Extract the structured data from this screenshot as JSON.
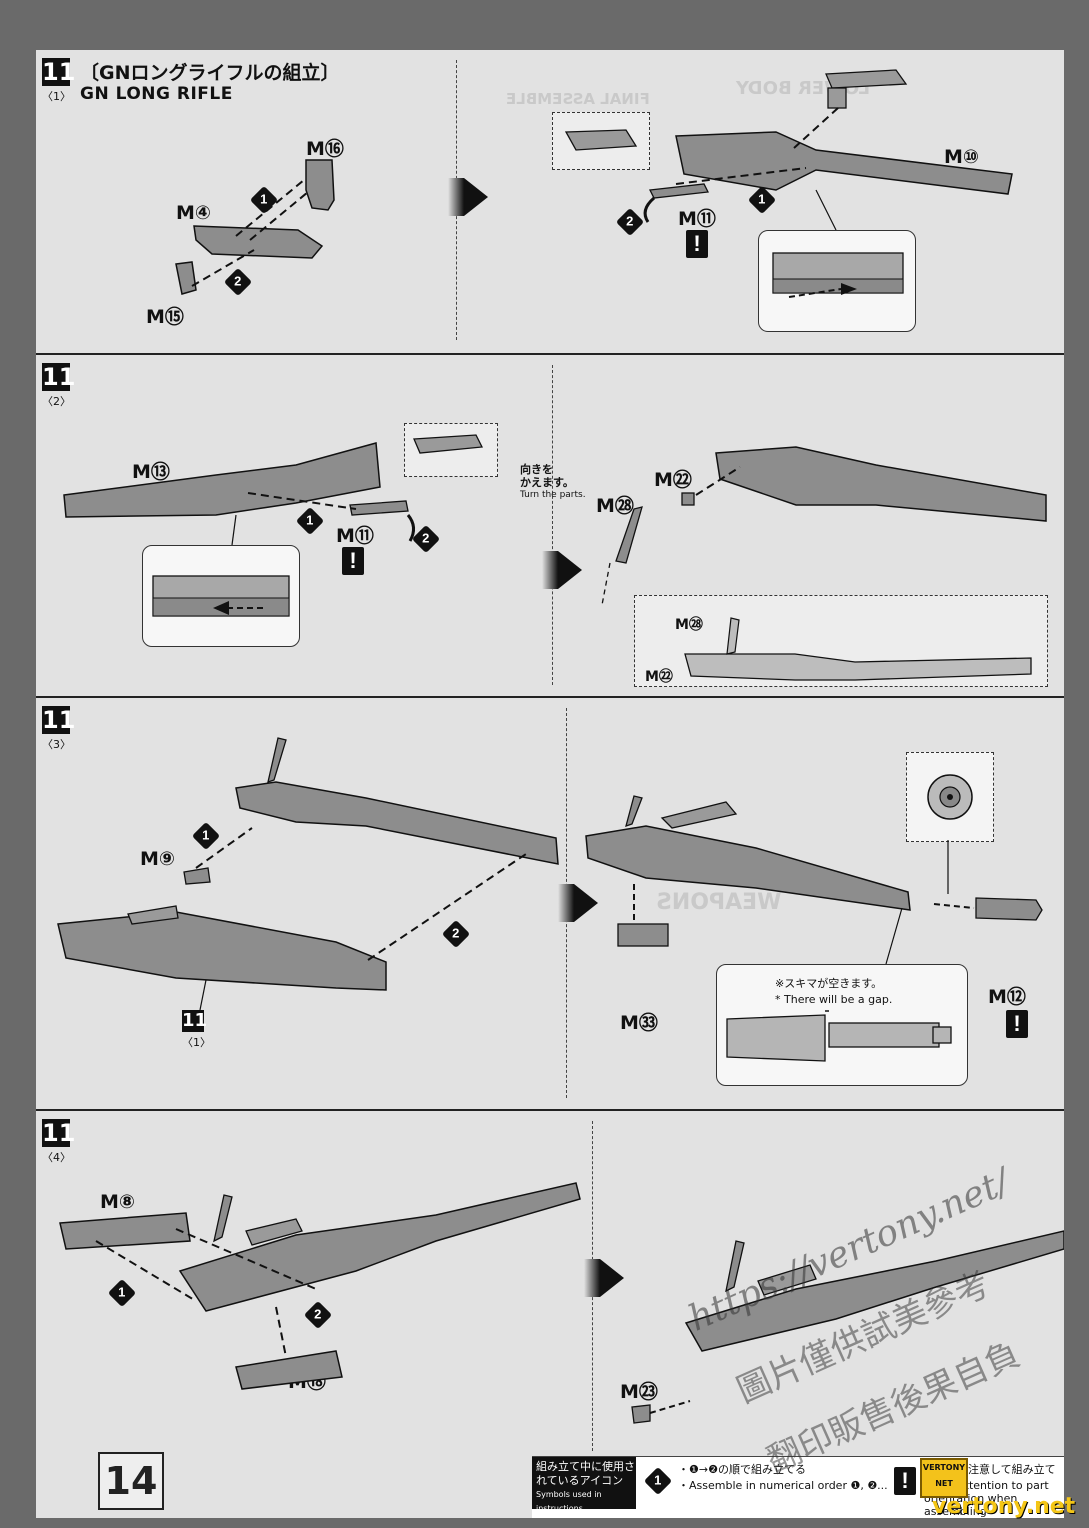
{
  "page_number": "14",
  "steps": [
    {
      "id": "11-1",
      "step_number": "11",
      "substep": "〈1〉",
      "title_jp": "〔GNロングライフルの組立〕",
      "title_en": "GN LONG RIFLE",
      "labels": [
        "M⑯",
        "M④",
        "M⑮",
        "M⑩",
        "M⑪"
      ],
      "order_marks": [
        "1",
        "2",
        "2",
        "1"
      ]
    },
    {
      "id": "11-2",
      "step_number": "11",
      "substep": "〈2〉",
      "labels": [
        "M⑬",
        "M⑪",
        "M㉒",
        "M㉘",
        "M㉘",
        "M㉒"
      ],
      "turn_note_jp": "向きを\nかえます。",
      "turn_note_en": "Turn the parts.",
      "order_marks": [
        "1",
        "2"
      ]
    },
    {
      "id": "11-3",
      "step_number": "11",
      "substep": "〈3〉",
      "labels": [
        "M⑨",
        "M⑫",
        "M㉝"
      ],
      "ref_step": "11",
      "ref_substep": "〈1〉",
      "gap_note_jp": "※スキマが空きます。",
      "gap_note_en": "* There will be a gap.",
      "order_marks": [
        "1",
        "2"
      ]
    },
    {
      "id": "11-4",
      "step_number": "11",
      "substep": "〈4〉",
      "labels": [
        "M⑧",
        "M⑱",
        "M㉓"
      ],
      "order_marks": [
        "1",
        "2"
      ]
    }
  ],
  "legend": {
    "title_jp": "組み立て中に使用されているアイコン",
    "title_en": "Symbols used in instructions",
    "order_text_jp": "・❶→❷の順で組み立てる",
    "order_text_en": "・Assemble in numerical order ❶, ❷...",
    "warn_text_jp": "・向きに注意して組み立てる",
    "warn_text_en": "・Pay attention to part orientation when assembling"
  },
  "watermark": {
    "url": "https://vertony.net/",
    "cn_line1": "圖片僅供試美參考",
    "cn_line2": "翻印販售後果自負",
    "badge": "VERTONY NET",
    "site": "vertony.net"
  }
}
